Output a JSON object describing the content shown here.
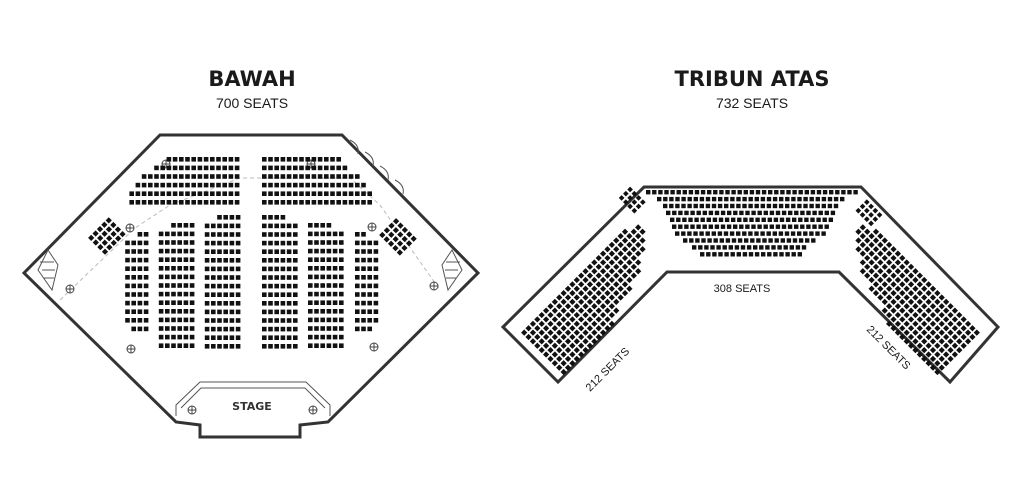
{
  "lower": {
    "title": "BAWAH",
    "seats_label": "700 SEATS",
    "stage_label": "STAGE"
  },
  "upper": {
    "title": "TRIBUN ATAS",
    "seats_label": "732 SEATS",
    "center_label": "308 SEATS",
    "left_wing_label": "212 SEATS",
    "right_wing_label": "212 SEATS"
  },
  "colors": {
    "seat": "#111111",
    "wall": "#333333"
  }
}
